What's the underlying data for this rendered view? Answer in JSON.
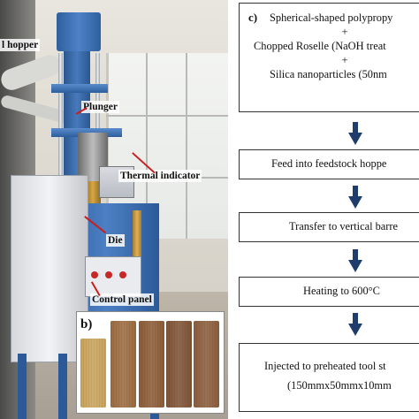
{
  "panel_a": {
    "labels": {
      "hopper": "l hopper",
      "plunger": "Plunger",
      "thermal": "Thermal indicator",
      "die": "Die",
      "control": "Control panel"
    }
  },
  "panel_b": {
    "tag": "b)",
    "sample_colors": [
      "#c9a25a",
      "#9a6a3e",
      "#8b5a35",
      "#7d5234",
      "#8a5c3a"
    ]
  },
  "panel_c": {
    "tag": "c)",
    "box1": {
      "line1": "Spherical-shaped polypropy",
      "plus1": "+",
      "line2": "Chopped Roselle (NaOH treat",
      "plus2": "+",
      "line3": "Silica nanoparticles (50nm"
    },
    "box2": "Feed into feedstock hoppe",
    "box3": "Transfer to vertical barre",
    "box4": "Heating to 600°C",
    "box5": {
      "line1": "Injected to preheated tool st",
      "line2": "(150mmx50mmx10mm"
    },
    "arrow_color": "#1f3d6b"
  }
}
